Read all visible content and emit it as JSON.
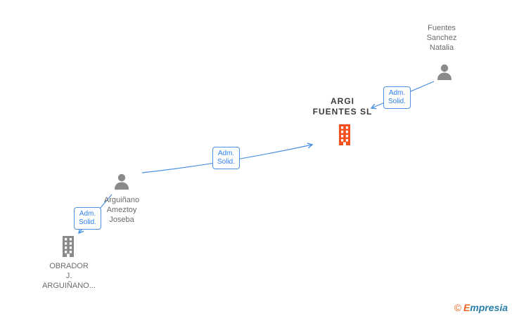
{
  "colors": {
    "arrow_blue": "#4a8fe2",
    "badge_text_blue": "#2f80ed",
    "company_orange": "#f4511e",
    "icon_gray": "#8a8a8a",
    "label_gray": "#6b6b6b",
    "brand_orange": "#f26522",
    "brand_blue": "#2a7fa8"
  },
  "nodes": {
    "fuentes_sanchez_natalia": {
      "type": "person",
      "icon": "person-icon",
      "label": "Fuentes\nSanchez\nNatalia"
    },
    "argi_fuentes_sl": {
      "type": "company",
      "icon": "building-icon",
      "label": "ARGI\nFUENTES SL"
    },
    "arguinano_ameztoy_joseba": {
      "type": "person",
      "icon": "person-icon",
      "label": "Arguiñano\nAmeztoy\nJoseba"
    },
    "obrador_j_arguinano": {
      "type": "company",
      "icon": "building-icon",
      "label": "OBRADOR\nJ.\nARGUIÑANO..."
    }
  },
  "edges": [
    {
      "from": "fuentes_sanchez_natalia",
      "to": "argi_fuentes_sl",
      "label": "Adm.\nSolid."
    },
    {
      "from": "arguinano_ameztoy_joseba",
      "to": "argi_fuentes_sl",
      "label": "Adm.\nSolid."
    },
    {
      "from": "arguinano_ameztoy_joseba",
      "to": "obrador_j_arguinano",
      "label": "Adm.\nSolid."
    }
  ],
  "footer": {
    "copyright_symbol": "©",
    "brand_initial": "E",
    "brand_rest": "mpresia"
  }
}
